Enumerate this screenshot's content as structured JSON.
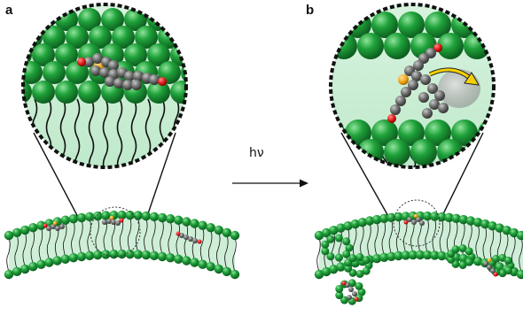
{
  "panels": [
    {
      "letter": "a"
    },
    {
      "letter": "b"
    }
  ],
  "arrow_label": "hν",
  "colors": {
    "lipid_head": "#1fa23a",
    "lipid_head_dark": "#0d5e1f",
    "membrane_fill": "#cfeed8",
    "tail": "#111111",
    "molecule": "#6e6e6e",
    "oxygen": "#e01b1b",
    "sulfur": "#f2a71b",
    "rotation_arrow": "#f5d000"
  }
}
